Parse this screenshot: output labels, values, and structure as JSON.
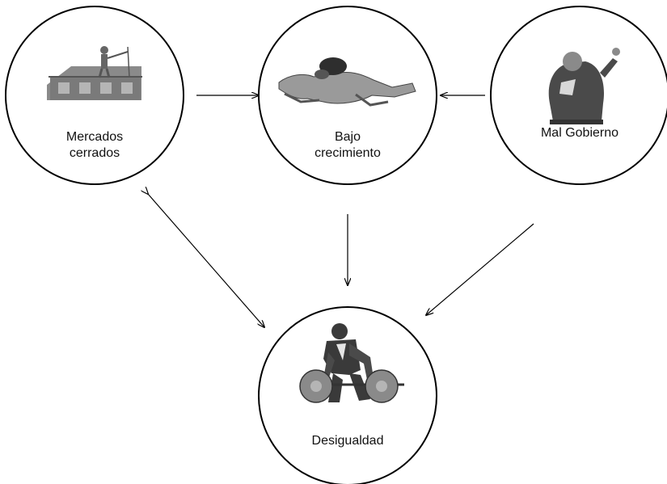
{
  "nodes": {
    "mercados": {
      "label_line1": "Mercados",
      "label_line2": "cerrados",
      "icon": "rooftop-surveyor-icon"
    },
    "bajo": {
      "label_line1": "Bajo",
      "label_line2": "crecimiento",
      "icon": "crawling-exhausted-man-icon"
    },
    "mal_gobierno": {
      "label": "Mal Gobierno",
      "icon": "angry-politician-icon"
    },
    "desigualdad": {
      "label": "Desigualdad",
      "icon": "weightlifter-icon"
    }
  },
  "edges": [
    {
      "from": "Mercados cerrados",
      "to": "Bajo crecimiento",
      "direction": "forward"
    },
    {
      "from": "Mal Gobierno",
      "to": "Bajo crecimiento",
      "direction": "forward"
    },
    {
      "from": "Bajo crecimiento",
      "to": "Desigualdad",
      "direction": "forward"
    },
    {
      "from": "Mal Gobierno",
      "to": "Desigualdad",
      "direction": "forward"
    },
    {
      "from": "Mercados cerrados",
      "to": "Desigualdad",
      "direction": "bidirectional"
    }
  ],
  "colors": {
    "stroke": "#000000",
    "illustration": "#6e6e6e",
    "background": "#ffffff"
  }
}
